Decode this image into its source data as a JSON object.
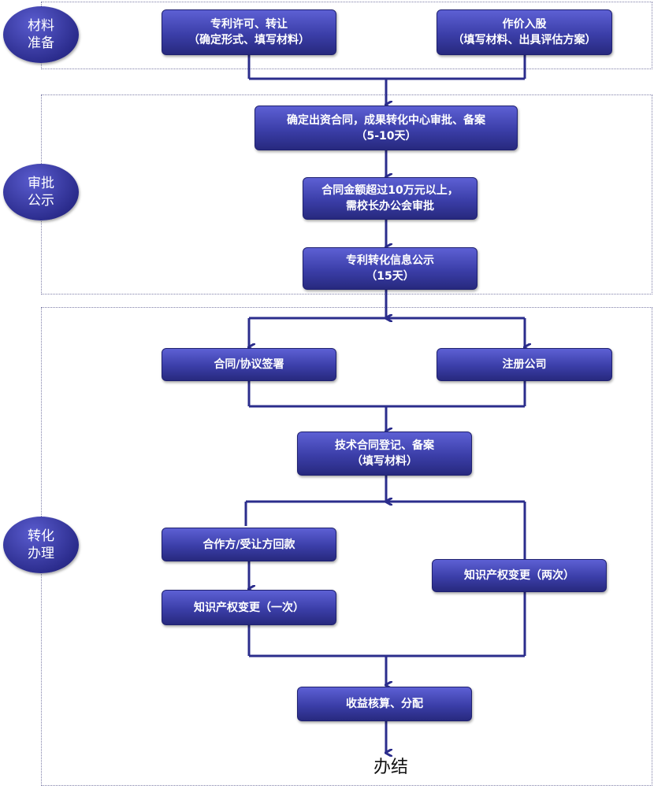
{
  "stages": {
    "prep": [
      "材料",
      "准备"
    ],
    "approval": [
      "审批",
      "公示"
    ],
    "transfer": [
      "转化",
      "办理"
    ]
  },
  "boxes": {
    "license": [
      "专利许可、转让",
      "（确定形式、填写材料）"
    ],
    "equity": [
      "作价入股",
      "（填写材料、出具评估方案）"
    ],
    "contract_approval": [
      "确定出资合同，成果转化中心审批、备案",
      "（5-10天）"
    ],
    "president_review": [
      "合同金额超过10万元以上，",
      "需校长办公会审批"
    ],
    "publicity": [
      "专利转化信息公示",
      "（15天）"
    ],
    "sign": [
      "合同/协议签署"
    ],
    "register_company": [
      "注册公司"
    ],
    "tech_contract": [
      "技术合同登记、备案",
      "（填写材料）"
    ],
    "payment": [
      "合作方/受让方回款"
    ],
    "ip_change_twice": [
      "知识产权变更（两次）"
    ],
    "ip_change_once": [
      "知识产权变更（一次）"
    ],
    "income": [
      "收益核算、分配"
    ]
  },
  "end_label": "办结",
  "colors": {
    "box": "#3b3ea8",
    "line": "#2b2d8c",
    "stage": "#2c2d8e"
  }
}
